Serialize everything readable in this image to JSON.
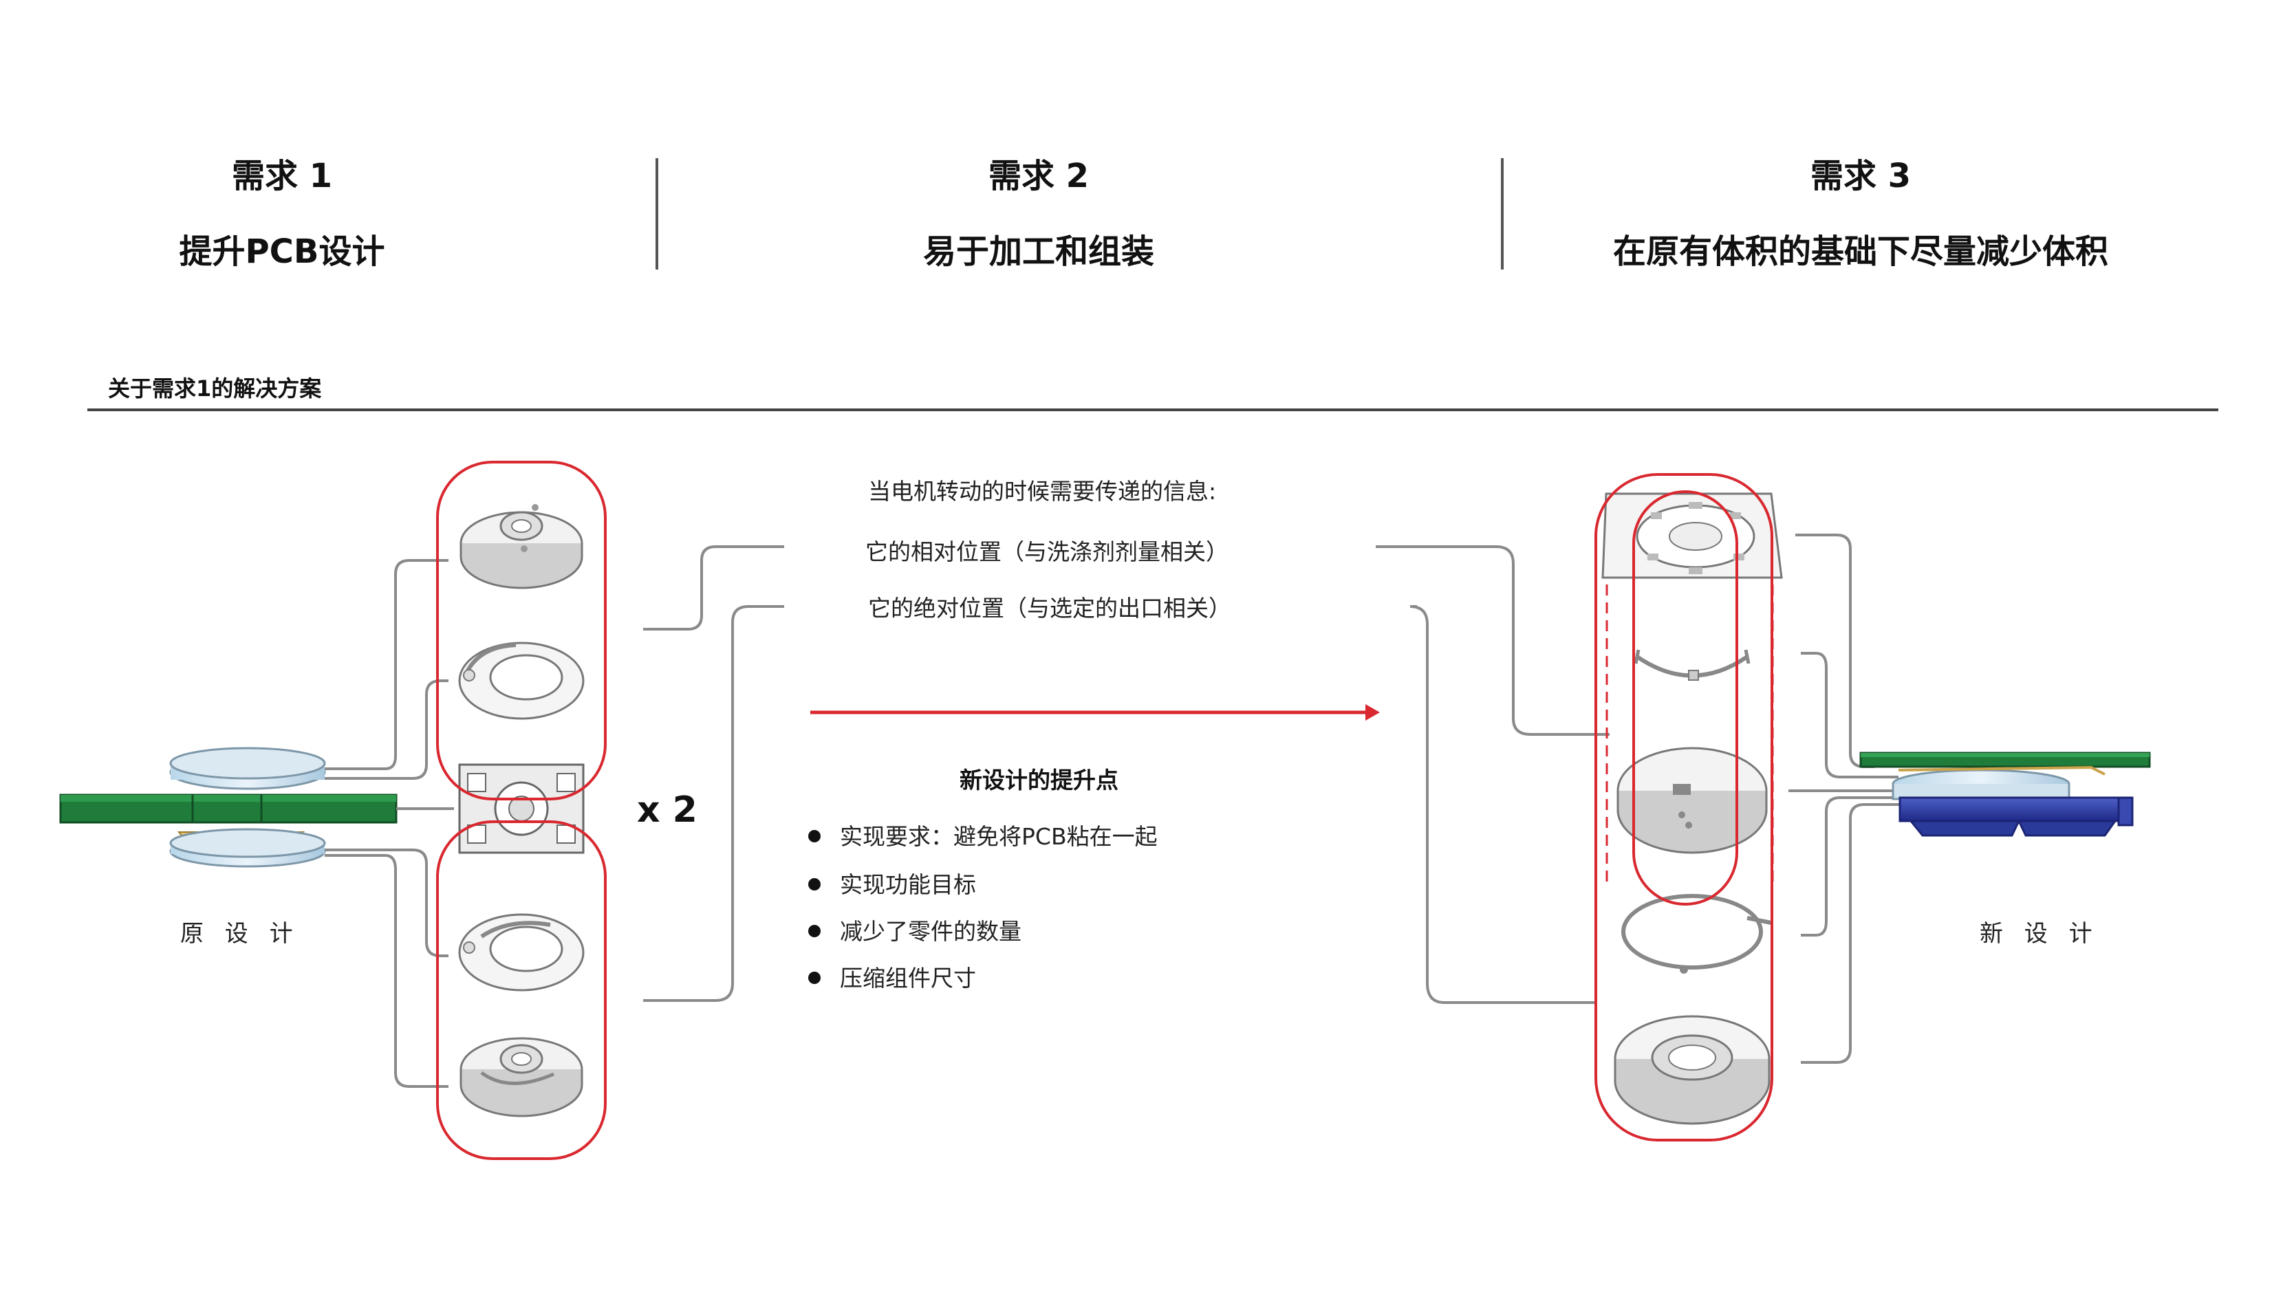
{
  "requirements": [
    {
      "title": "需求 1",
      "subtitle": "提升PCB设计"
    },
    {
      "title": "需求 2",
      "subtitle": "易于加工和组装"
    },
    {
      "title": "需求 3",
      "subtitle": "在原有体积的基础下尽量减少体积"
    }
  ],
  "section_title": "关于需求1的解决方案",
  "info": {
    "heading": "当电机转动的时候需要传递的信息:",
    "line1": "它的相对位置（与洗涤剂剂量相关）",
    "line2": "它的绝对位置（与选定的出口相关）"
  },
  "multiplier": "x 2",
  "improvements": {
    "title": "新设计的提升点",
    "items": [
      "实现要求：避免将PCB粘在一起",
      "实现功能目标",
      "减少了零件的数量",
      "压缩组件尺寸"
    ]
  },
  "captions": {
    "original": "原 设 计",
    "new": "新 设 计"
  },
  "colors": {
    "accent_red": "#d9282f",
    "pcb_green": "#1e7a3a",
    "motor_blue": "#2a3a9a",
    "line_gray": "#8a8a8a"
  }
}
